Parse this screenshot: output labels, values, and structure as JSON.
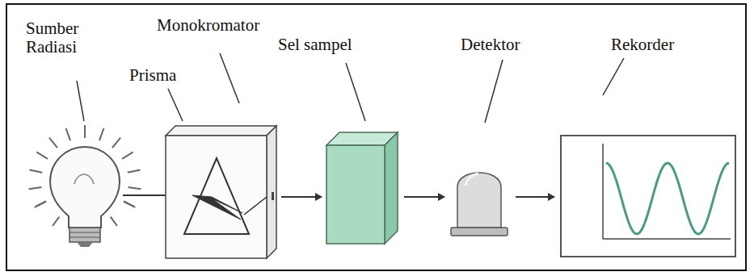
{
  "diagram": {
    "labels": [
      "Sumber Radiasi",
      "Monokromator",
      "Prisma",
      "Sel sampel",
      "Detektor",
      "Rekorder"
    ]
  }
}
